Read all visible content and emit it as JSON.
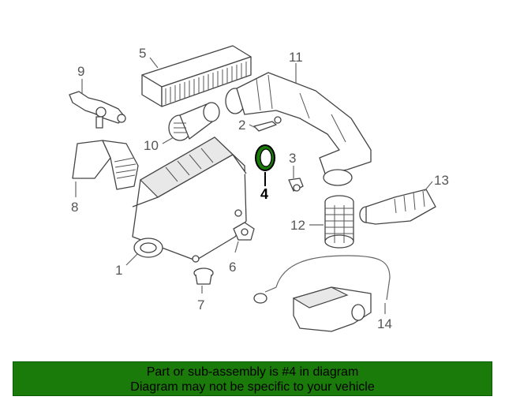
{
  "labels": {
    "l1": "1",
    "l2": "2",
    "l3": "3",
    "l4": "4",
    "l5": "5",
    "l6": "6",
    "l7": "7",
    "l8": "8",
    "l9": "9",
    "l10": "10",
    "l11": "11",
    "l12": "12",
    "l13": "13",
    "l14": "14"
  },
  "highlight_color": "#1a7a0a",
  "banner": {
    "line1": "Part or sub-assembly is #4 in diagram",
    "line2": "Diagram may not be specific to your vehicle"
  }
}
